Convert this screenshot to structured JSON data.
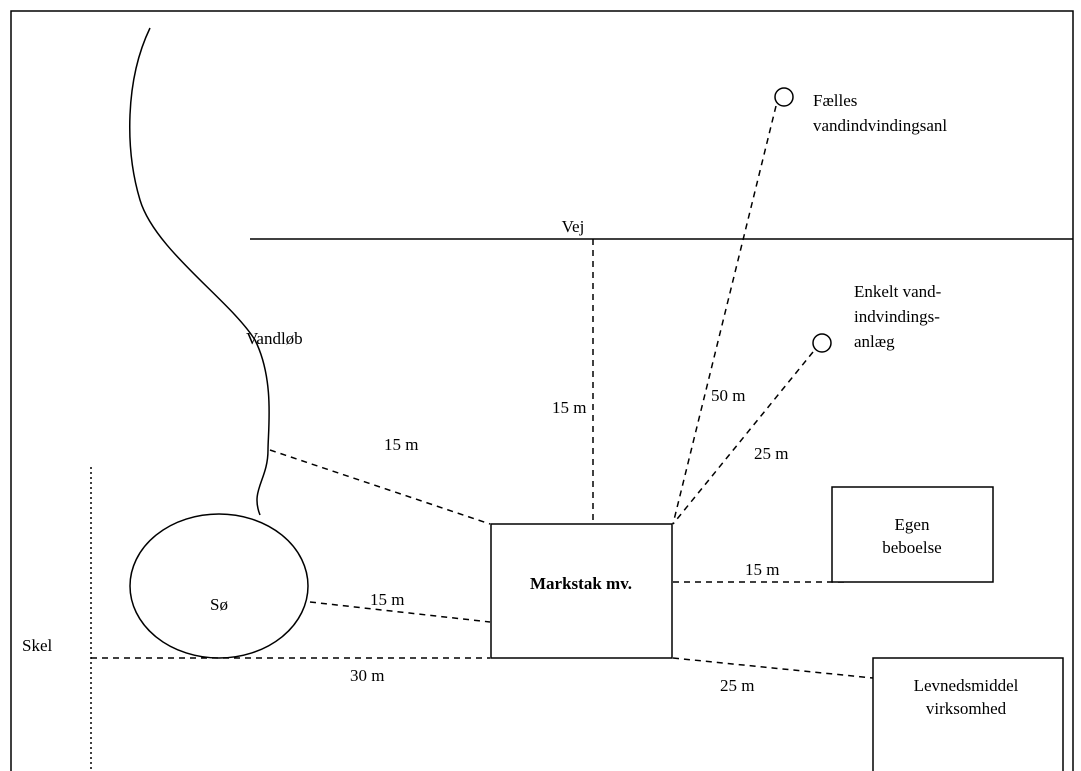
{
  "labels": {
    "road": "Vej",
    "stream": "Vandløb",
    "lake": "Sø",
    "boundary": "Skel",
    "center": "Markstak mv.",
    "own_house_1": "Egen",
    "own_house_2": "beboelse",
    "food_1": "Levnedsmiddel",
    "food_2": "virksomhed",
    "common_well_1": "Fælles",
    "common_well_2": "vandindvindingsanl",
    "single_well_1": "Enkelt vand-",
    "single_well_2": "indvindings-",
    "single_well_3": "anlæg"
  },
  "distances": {
    "stream": "15 m",
    "road": "15 m",
    "common_well": "50 m",
    "single_well": "25 m",
    "lake": "15 m",
    "boundary": "30 m",
    "own_house": "15 m",
    "food": "25 m"
  }
}
